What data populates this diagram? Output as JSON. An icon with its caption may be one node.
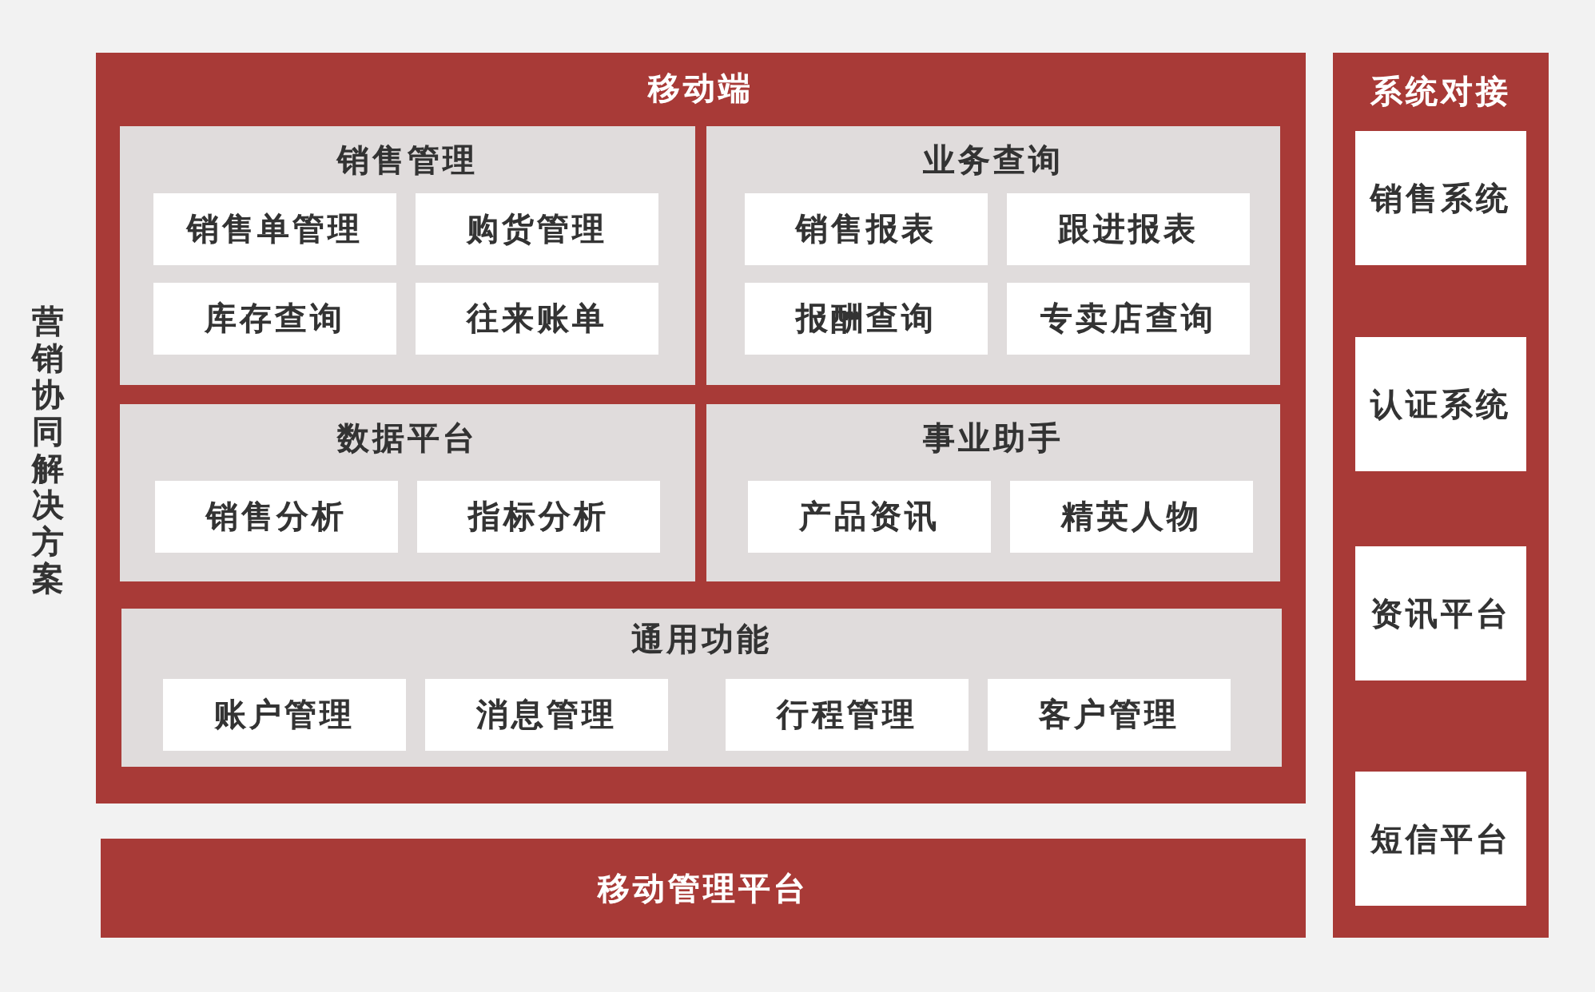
{
  "diagram": {
    "nodes": [
      {
        "text": [
          "移动端"
        ]
      },
      {
        "text": [
          "销售管理"
        ],
        "in": 0
      },
      {
        "text": [
          "销售单管理"
        ],
        "in": 1
      },
      {
        "text": [
          "购货管理"
        ],
        "in": 1
      },
      {
        "text": [
          "库存查询"
        ],
        "in": 1
      },
      {
        "text": [
          "往来账单"
        ],
        "in": 1
      },
      {
        "text": [
          "业务查询"
        ],
        "in": 0
      },
      {
        "text": [
          "销售报表"
        ],
        "in": 6
      },
      {
        "text": [
          "跟进报表"
        ],
        "in": 6
      },
      {
        "text": [
          "报酬查询"
        ],
        "in": 6
      },
      {
        "text": [
          "专卖店查询"
        ],
        "in": 6
      },
      {
        "text": [
          "数据平台"
        ],
        "in": 0
      },
      {
        "text": [
          "销售分析"
        ],
        "in": 11
      },
      {
        "text": [
          "指标分析"
        ],
        "in": 11
      },
      {
        "text": [
          "事业助手"
        ],
        "in": 0
      },
      {
        "text": [
          "产品资讯"
        ],
        "in": 14
      },
      {
        "text": [
          "精英人物"
        ],
        "in": 14
      },
      {
        "text": [
          "通用功能"
        ],
        "in": 0
      },
      {
        "text": [
          "账户管理"
        ],
        "in": 17
      },
      {
        "text": [
          "消息管理"
        ],
        "in": 17
      },
      {
        "text": [
          "行程管理"
        ],
        "in": 17
      },
      {
        "text": [
          "客户管理"
        ],
        "in": 17
      },
      {
        "text": [
          "移动管理平台"
        ]
      },
      {
        "text": [
          "系统对接"
        ]
      },
      {
        "text": [
          "销售系统"
        ],
        "in": 23
      },
      {
        "text": [
          "认证系统"
        ],
        "in": 23
      },
      {
        "text": [
          "资讯平台"
        ],
        "in": 23
      },
      {
        "text": [
          "短信平台"
        ],
        "in": 23
      }
    ],
    "labels": [
      "营销协同解决方案"
    ]
  }
}
